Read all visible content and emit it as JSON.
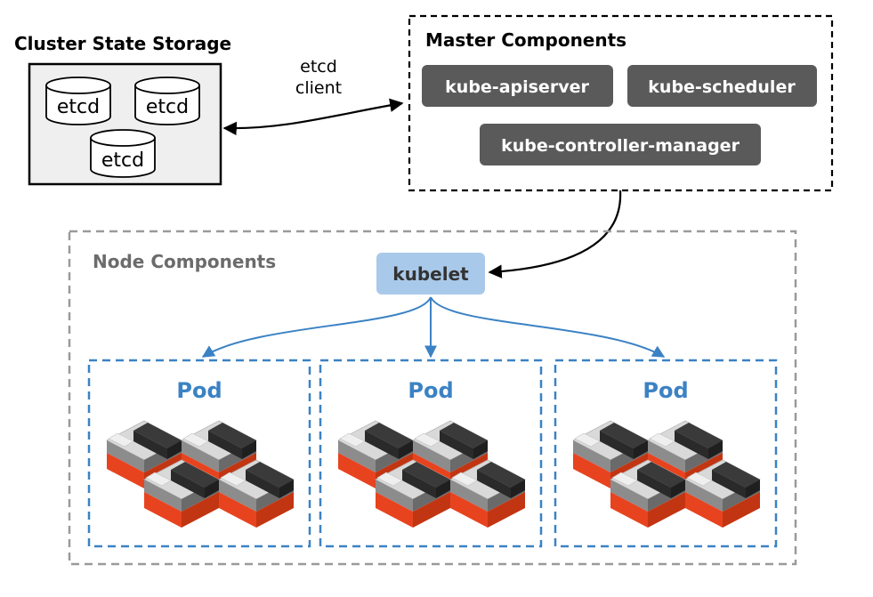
{
  "cluster_state": {
    "title": "Cluster State Storage",
    "etcd_labels": [
      "etcd",
      "etcd",
      "etcd"
    ]
  },
  "connector": {
    "line1": "etcd",
    "line2": "client"
  },
  "master": {
    "title": "Master Components",
    "components": [
      "kube-apiserver",
      "kube-scheduler",
      "kube-controller-manager"
    ]
  },
  "node": {
    "title": "Node Components",
    "kubelet": "kubelet",
    "pods": [
      "Pod",
      "Pod",
      "Pod"
    ]
  },
  "colors": {
    "master_box": "#5a5a5a",
    "kubelet_fill": "#a9c9ea",
    "pod_blue": "#3b82c4",
    "node_border": "#9a9a9a",
    "container_orange": "#e8431f",
    "container_dark": "#2f2f2f",
    "container_light": "#d9d9d9"
  }
}
